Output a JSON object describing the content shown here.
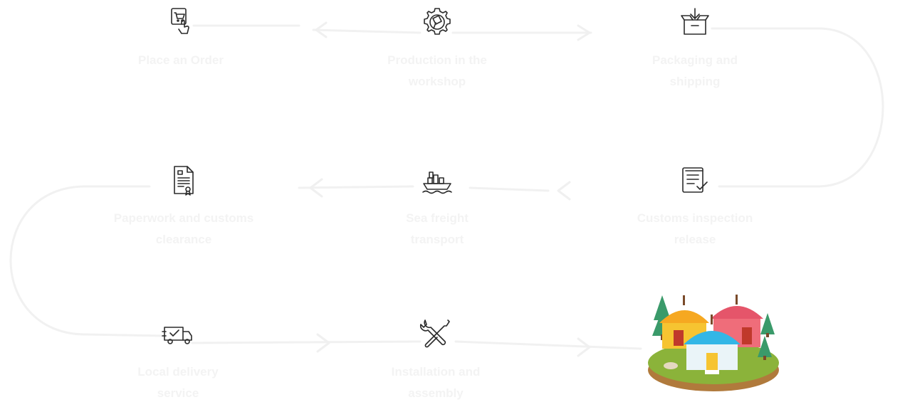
{
  "steps": [
    {
      "icon": "shopping-cart-tap-icon",
      "label": "Place an Order"
    },
    {
      "icon": "gear-tools-icon",
      "label": "Production in the\nworkshop"
    },
    {
      "icon": "box-packing-icon",
      "label": "Packaging and\nshipping"
    },
    {
      "icon": "certificate-document-icon",
      "label": "Paperwork and customs\nclearance"
    },
    {
      "icon": "cargo-ship-icon",
      "label": "Sea freight\ntransport"
    },
    {
      "icon": "checklist-icon",
      "label": "Customs inspection\nrelease"
    },
    {
      "icon": "delivery-truck-icon",
      "label": "Local delivery\nservice"
    },
    {
      "icon": "wrench-screwdriver-icon",
      "label": "Installation and\nassembly"
    }
  ],
  "final_illustration": {
    "icon": "yurt-camp-illustration"
  },
  "colors": {
    "background": "#ffffff",
    "icon_stroke": "#2b2b2b",
    "connector": "#f1f1f1",
    "yurt_yellow": "#f6c431",
    "yurt_pink": "#ef6d7a",
    "yurt_blue": "#33b6e6",
    "grass": "#8bb33a",
    "tree": "#3a9a6a"
  }
}
